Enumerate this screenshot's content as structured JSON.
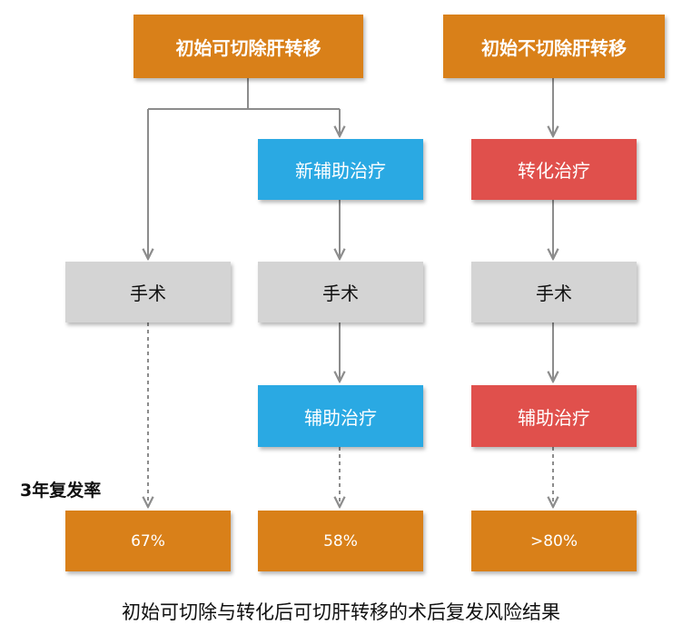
{
  "top": {
    "left_title": "初始可切除肝转移",
    "right_title": "初始不切除肝转移"
  },
  "path_left": {
    "surgery": "手术",
    "result": "67%"
  },
  "path_middle": {
    "neoadjuvant": "新辅助治疗",
    "surgery": "手术",
    "adjuvant": "辅助治疗",
    "result": "58%"
  },
  "path_right": {
    "conversion": "转化治疗",
    "surgery": "手术",
    "adjuvant": "辅助治疗",
    "result": ">80%"
  },
  "labels": {
    "recurrence_rate": "3年复发率",
    "caption": "初始可切除与转化后可切肝转移的术后复发风险结果"
  },
  "colors": {
    "orange": "#D98019",
    "blue": "#2AA9E3",
    "red": "#E0504C",
    "gray": "#D4D4D4",
    "connector": "#8C8C8C"
  }
}
